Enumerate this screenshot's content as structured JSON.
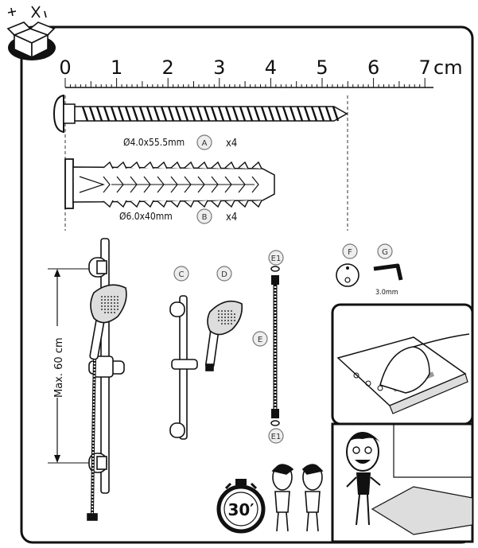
{
  "ruler": {
    "ticks": [
      "0",
      "1",
      "2",
      "3",
      "4",
      "5",
      "6",
      "7"
    ],
    "unit": "cm"
  },
  "parts": {
    "A": {
      "letter": "A",
      "spec": "Ø4.0x55.5mm",
      "qty": "x4"
    },
    "B": {
      "letter": "B",
      "spec": "Ø6.0x40mm",
      "qty": "x4"
    },
    "C": {
      "letter": "C"
    },
    "D": {
      "letter": "D"
    },
    "E": {
      "letter": "E"
    },
    "E1_top": {
      "letter": "E1"
    },
    "E1_bottom": {
      "letter": "E1"
    },
    "F": {
      "letter": "F"
    },
    "G": {
      "letter": "G",
      "spec": "3.0mm"
    }
  },
  "height_label": "Max. 60 cm",
  "timer": {
    "label": "30′"
  },
  "icons": [
    "open-box-icon",
    "stopwatch-icon",
    "two-people-icon",
    "assembly-instructions-icon",
    "happy-person-icon"
  ]
}
